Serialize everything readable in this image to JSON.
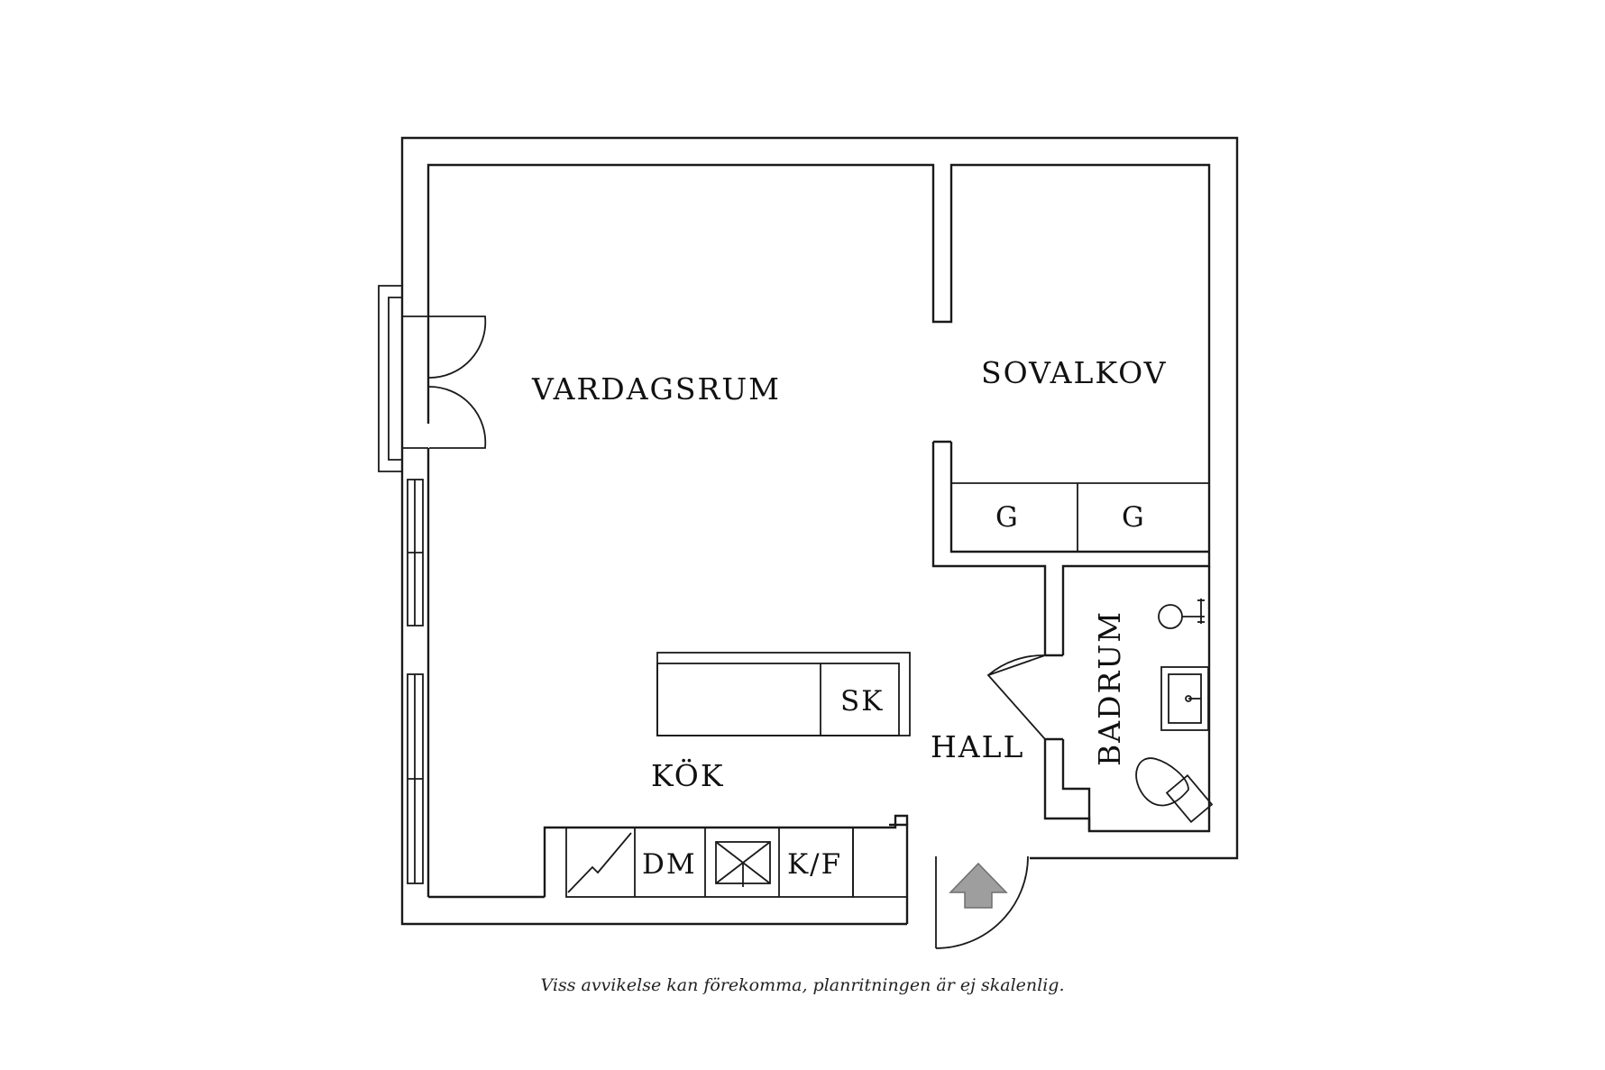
{
  "rooms": {
    "vardagsrum": "VARDAGSRUM",
    "sovalkov": "SOVALKOV",
    "kok": "KÖK",
    "hall": "HALL",
    "badrum": "BADRUM"
  },
  "fixtures": {
    "wardrobe_1": "G",
    "wardrobe_2": "G",
    "sink": "SK",
    "dishwasher": "DM",
    "fridge_freezer": "K/F"
  },
  "footer": {
    "disclaimer": "Viss avvikelse kan förekomma, planritningen är ej skalenlig."
  },
  "colors": {
    "line": "#1a1a1a",
    "entrance_arrow": "#9e9e9e",
    "background": "#ffffff"
  }
}
